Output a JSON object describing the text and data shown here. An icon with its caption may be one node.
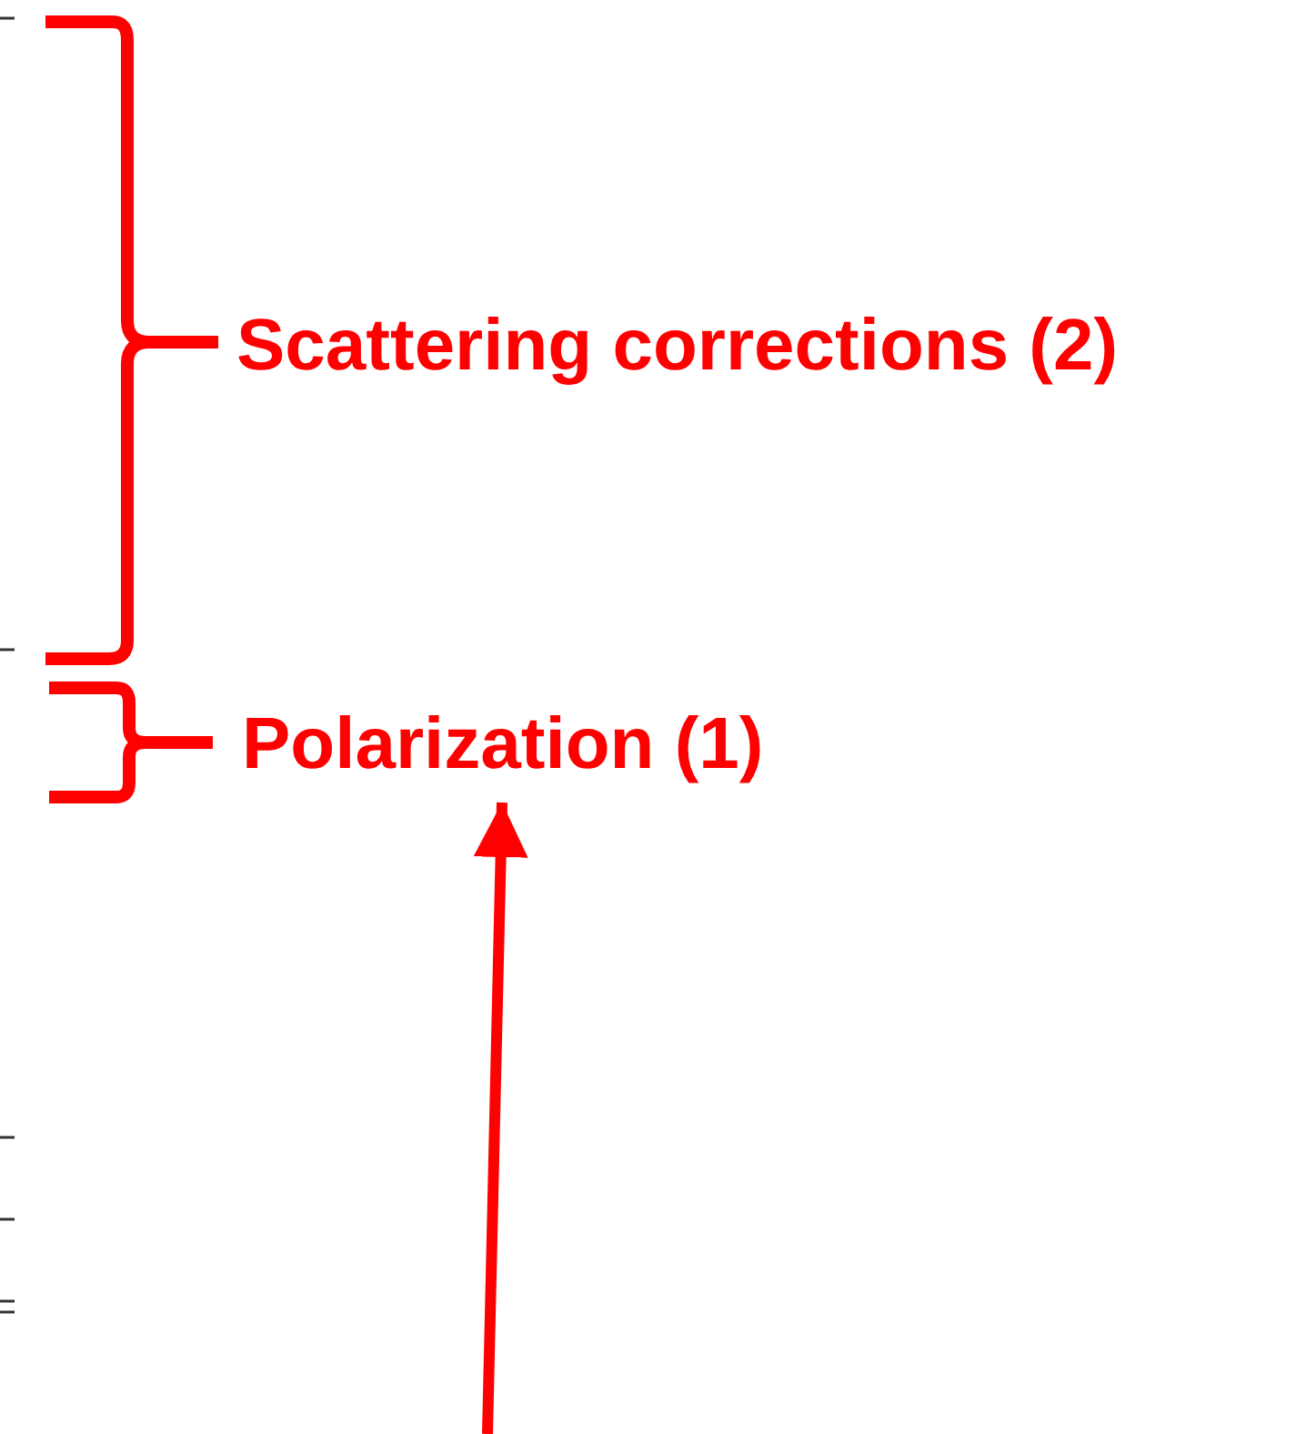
{
  "diagram": {
    "nodes": [
      {
        "text": [
          "Scattering corrections (2)"
        ]
      },
      {
        "text": [
          "Polarization (1)"
        ]
      }
    ],
    "edges": [
      {
        "from": null,
        "to": 1,
        "arrow": "to"
      }
    ]
  }
}
